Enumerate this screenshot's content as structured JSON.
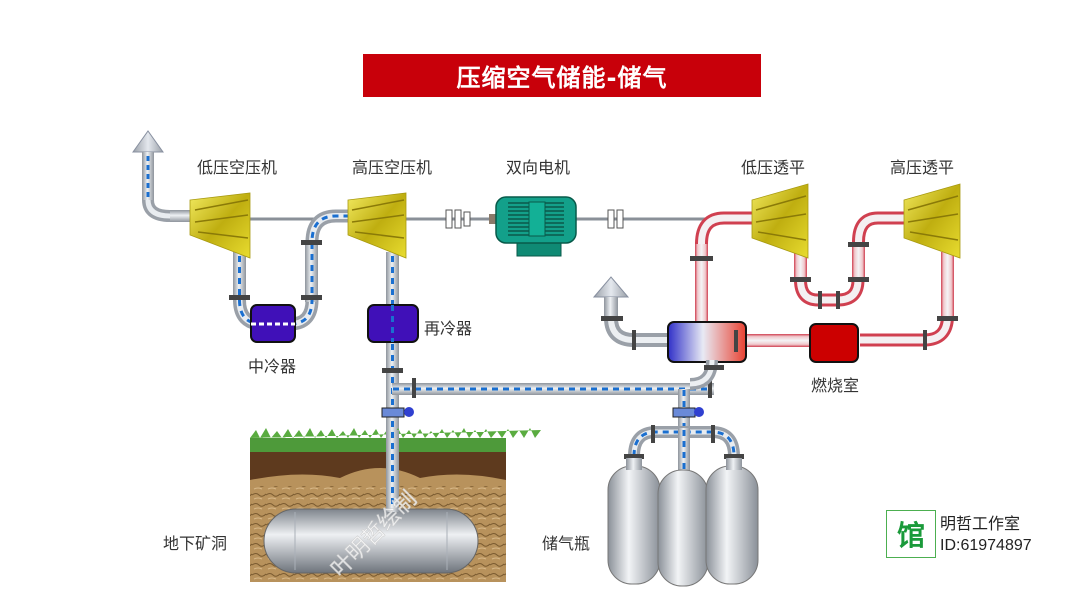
{
  "title": "压缩空气储能-储气",
  "components": {
    "lp_compressor": "低压空压机",
    "hp_compressor": "高压空压机",
    "motor": "双向电机",
    "lp_turbine": "低压透平",
    "hp_turbine": "高压透平",
    "intercooler": "中冷器",
    "aftercooler": "再冷器",
    "combustor": "燃烧室",
    "underground_cavern": "地下矿洞",
    "gas_cylinders": "储气瓶"
  },
  "watermark": "叶明哲绘制",
  "studio": {
    "logo_char": "馆",
    "name": "明哲工作室",
    "id": "ID:61974897"
  },
  "colors": {
    "title_bg": "#c8000a",
    "cooler": "#4010b8",
    "combustor": "#cc0000",
    "motor": "#119a84",
    "turbine_yellow": "#d8cc20",
    "cold_flow": "#1a6fd0",
    "hot_pipe": "#d04050",
    "logo_green": "#1a9a3a"
  }
}
